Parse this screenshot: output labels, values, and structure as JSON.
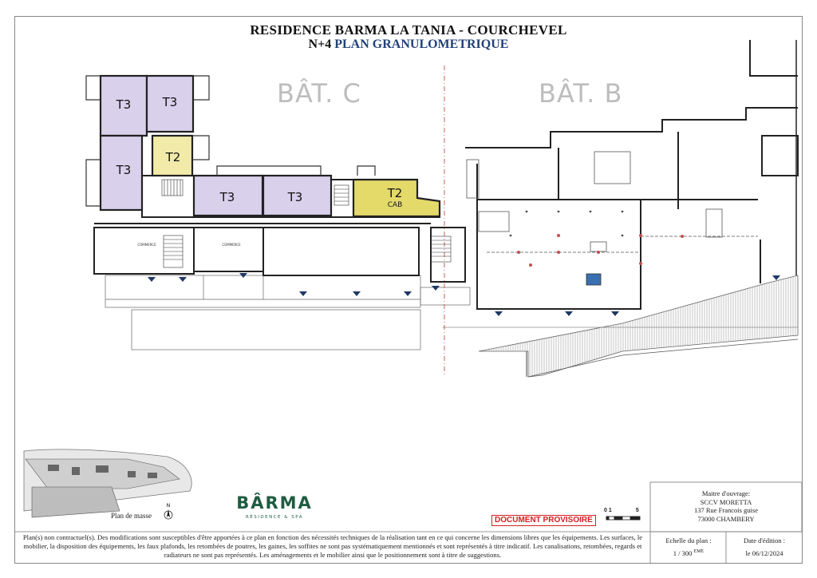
{
  "header": {
    "title": "RESIDENCE BARMA  LA TANIA - COURCHEVEL",
    "level": "N+4",
    "plan_name": "PLAN GRANULOMETRIQUE"
  },
  "buildings": {
    "c": "BÂT. C",
    "b": "BÂT. B"
  },
  "units": [
    {
      "label": "T3",
      "color": "#d9d0ec"
    },
    {
      "label": "T3",
      "color": "#d9d0ec"
    },
    {
      "label": "T3",
      "color": "#d9d0ec"
    },
    {
      "label": "T2",
      "color": "#f2eaa8"
    },
    {
      "label": "T3",
      "color": "#d9d0ec"
    },
    {
      "label": "T3",
      "color": "#d9d0ec"
    },
    {
      "label": "T2",
      "sub": "CAB",
      "color": "#e3da6a"
    }
  ],
  "commerce": [
    "COMMERCE",
    "COMMERCE"
  ],
  "logo": {
    "name": "BÂRMA",
    "tagline": "RÉSIDENCE & SPA",
    "color": "#1e5c40"
  },
  "site_plan_label": "Plan de masse",
  "north": "N",
  "stamp": "DOCUMENT PROVISOIRE",
  "scale_ticks": [
    "0",
    "1",
    "5"
  ],
  "owner": {
    "role": "Maitre d'ouvrage:",
    "name": "SCCV MORETTA",
    "address": "137 Rue Francois guise",
    "city": "73000 CHAMBERY"
  },
  "scale": {
    "label": "Echelle du plan :",
    "value": "1 / 300 ",
    "sup": "EME"
  },
  "date": {
    "label": "Date d'édition :",
    "value": "le 06/12/2024"
  },
  "notes": "Plan(s) non contractuel(s). Des modifications sont susceptibles d'être apportées à ce plan en fonction des nécessités techniques de la réalisation tant en ce qui concerne les dimensions libres que les équipements. Les surfaces, le mobilier, la disposition des équipements, les faux plafonds, les retombées de poutres, les gaines, les soffites ne sont pas systématiquement mentionnés et sont représentés à titre indicatif. Les canalisations, retombées, regards et radiateurs ne sont pas représentés. Les aménagements et le mobilier ainsi que le positionnement sont à titre de suggestions."
}
